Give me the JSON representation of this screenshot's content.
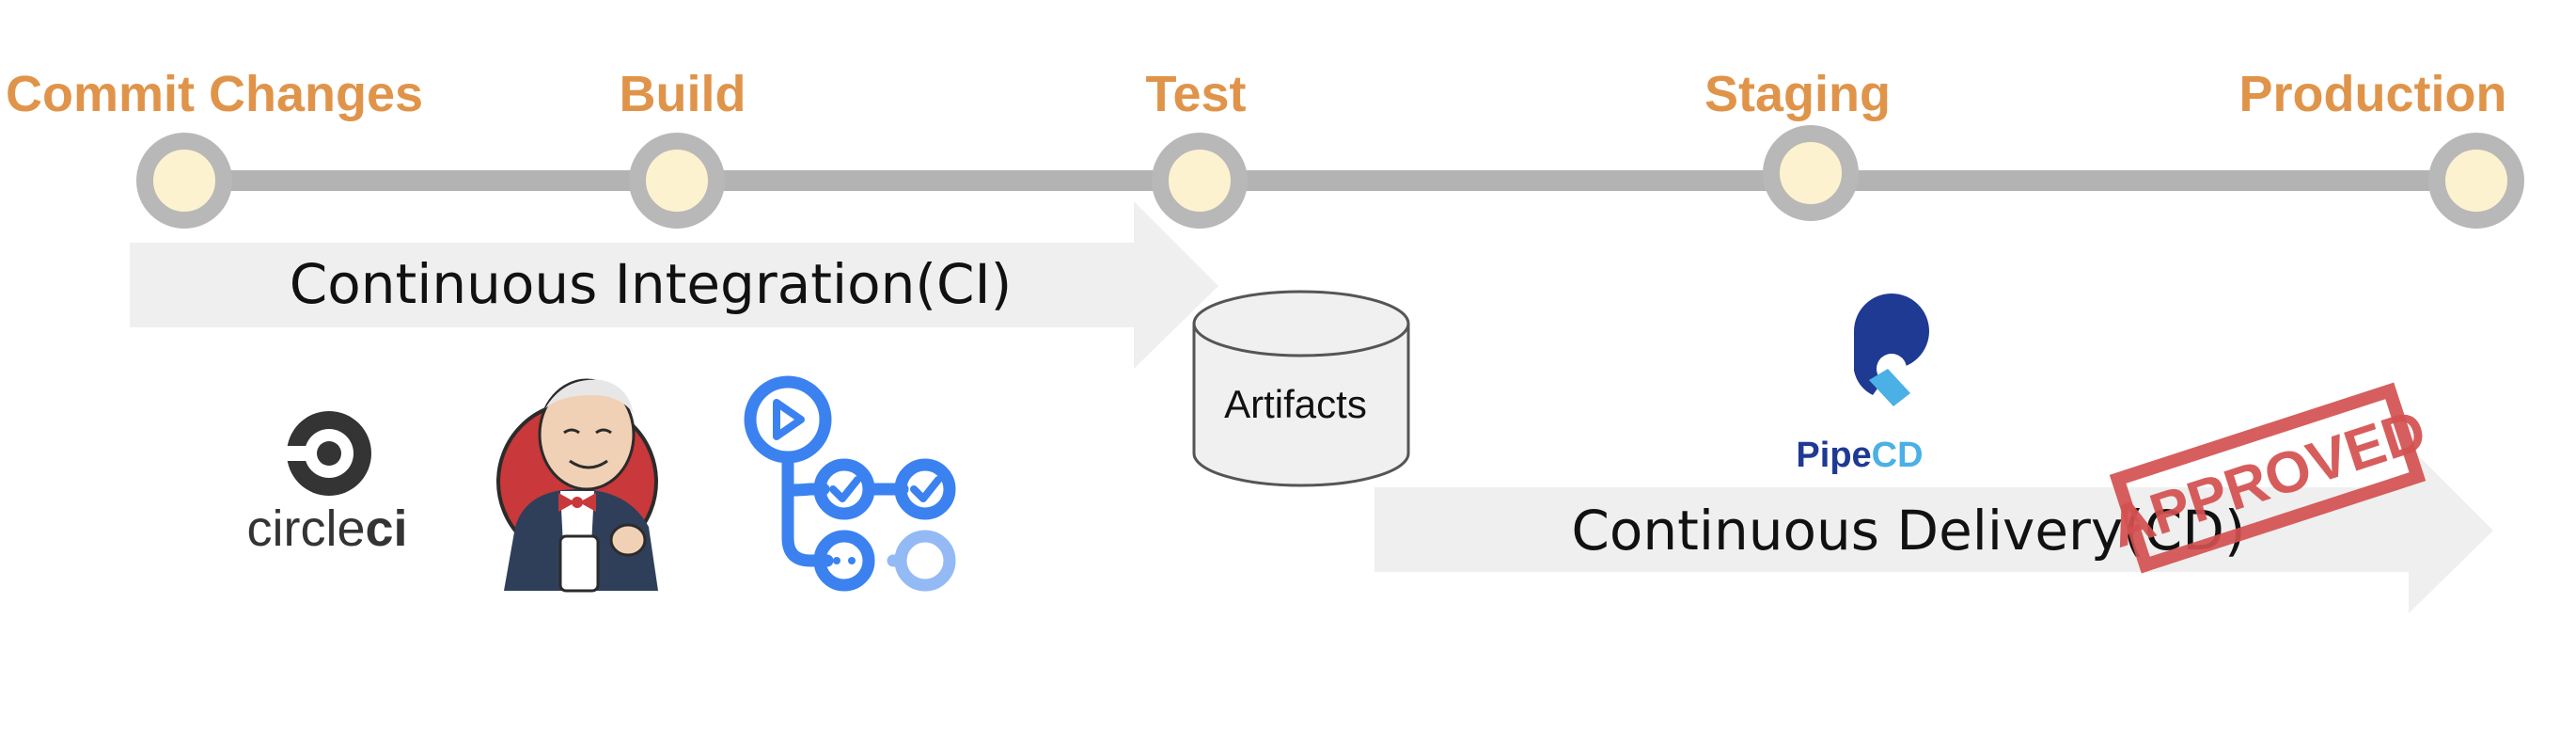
{
  "stages": [
    {
      "label": "Commit Changes"
    },
    {
      "label": "Build"
    },
    {
      "label": "Test"
    },
    {
      "label": "Staging"
    },
    {
      "label": "Production"
    }
  ],
  "ci_arrow": {
    "label": "Continuous Integration(CI)"
  },
  "cd_arrow": {
    "label": "Continuous Delivery(CD)"
  },
  "artifacts": {
    "label": "Artifacts"
  },
  "logos": {
    "circleci": {
      "text_light": "circle",
      "text_bold": "ci",
      "icon": "circleci-logo"
    },
    "jenkins": {
      "icon": "jenkins-butler-logo"
    },
    "github_actions": {
      "icon": "github-actions-workflow-icon"
    },
    "pipecd": {
      "text_a": "Pipe",
      "text_b": "CD",
      "icon": "pipecd-logo"
    }
  },
  "stamp": {
    "label": "APPROVED"
  },
  "colors": {
    "stage_label": "#e0944a",
    "pipeline_line": "#b3b3b3",
    "node_fill": "#fdf2cf",
    "arrow_fill": "#efefef",
    "stamp": "#d45050",
    "github_blue": "#3b82f0",
    "pipecd_navy": "#1f3a93",
    "pipecd_light": "#4ab0e6",
    "jenkins_red": "#c9383a"
  }
}
